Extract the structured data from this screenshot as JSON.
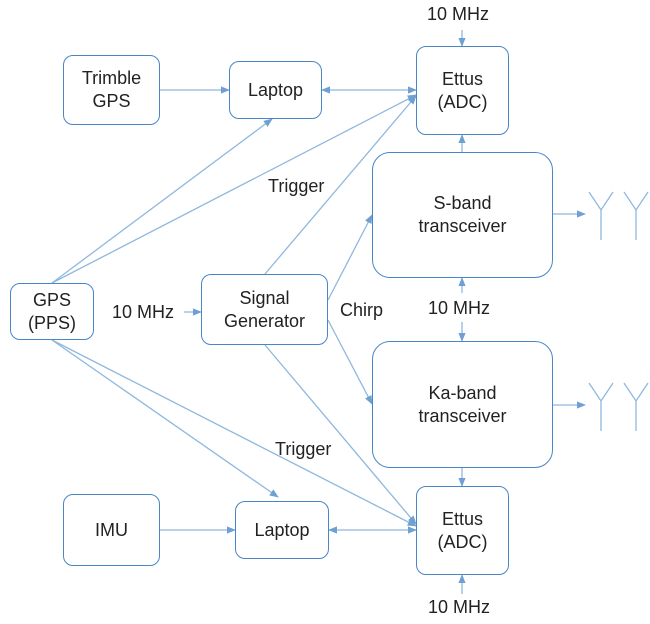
{
  "nodes": {
    "trimble_gps": [
      "Trimble",
      "GPS"
    ],
    "laptop_top": [
      "Laptop"
    ],
    "ettus_top": [
      "Ettus",
      "(ADC)"
    ],
    "s_band": [
      "S-band",
      "transceiver"
    ],
    "gps_pps": [
      "GPS",
      "(PPS)"
    ],
    "signal_generator": [
      "Signal",
      "Generator"
    ],
    "ka_band": [
      "Ka-band",
      "transceiver"
    ],
    "imu": [
      "IMU"
    ],
    "laptop_bottom": [
      "Laptop"
    ],
    "ettus_bottom": [
      "Ettus",
      "(ADC)"
    ]
  },
  "labels": {
    "ref_top": "10 MHz",
    "ref_sg": "10 MHz",
    "ref_mid": "10 MHz",
    "ref_bottom": "10 MHz",
    "trigger_top": "Trigger",
    "trigger_bottom": "Trigger",
    "chirp": "Chirp"
  },
  "colors": {
    "box_border": "#4a86c5",
    "connector": "#8fb8de"
  }
}
